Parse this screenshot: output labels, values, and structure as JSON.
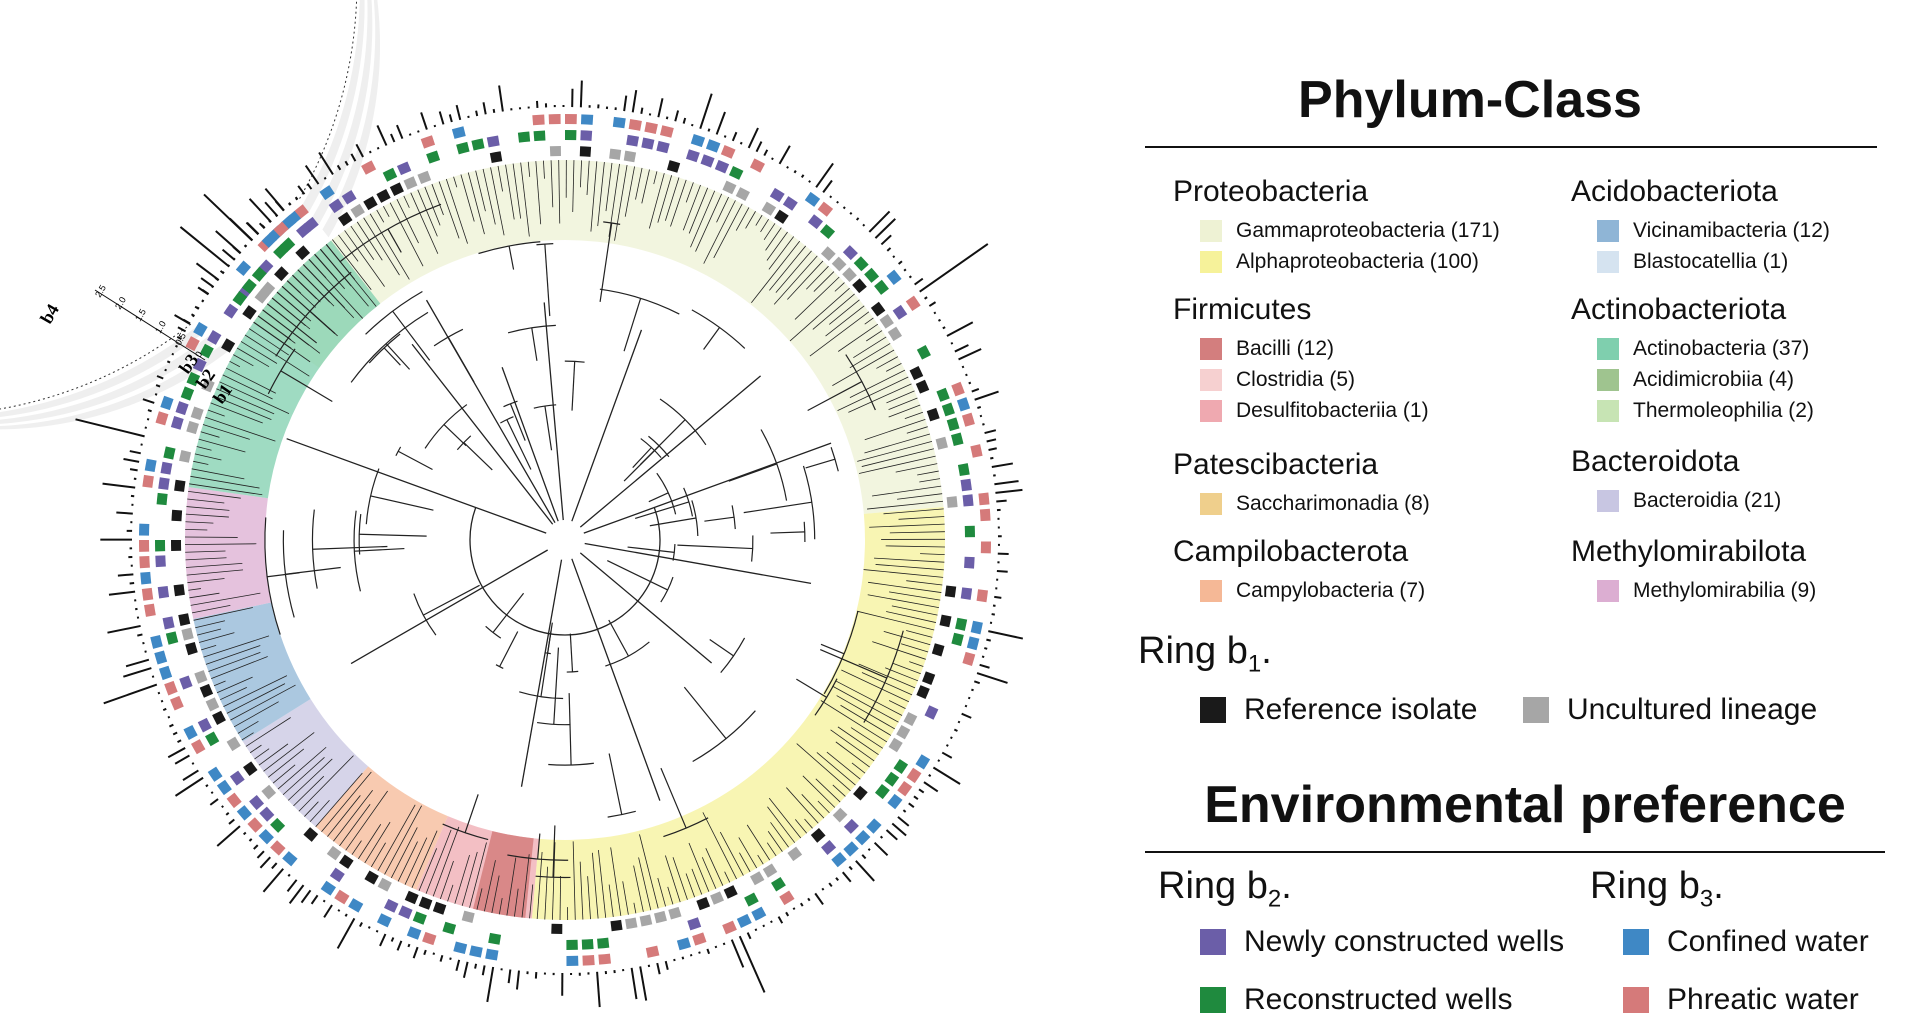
{
  "legend": {
    "phylum_class_title": "Phylum-Class",
    "environmental_title": "Environmental preference",
    "left_groups": [
      {
        "phylum": "Proteobacteria",
        "classes": [
          {
            "label": "Gammaproteobacteria (171)",
            "color": "#eef2d4"
          },
          {
            "label": "Alphaproteobacteria (100)",
            "color": "#f6f29a"
          }
        ]
      },
      {
        "phylum": "Firmicutes",
        "classes": [
          {
            "label": "Bacilli (12)",
            "color": "#d37e7e"
          },
          {
            "label": "Clostridia (5)",
            "color": "#f6d0d0"
          },
          {
            "label": "Desulfitobacteriia (1)",
            "color": "#efa9b0"
          }
        ]
      },
      {
        "phylum": "Patescibacteria",
        "classes": [
          {
            "label": "Saccharimonadia (8)",
            "color": "#efcf8c"
          }
        ]
      },
      {
        "phylum": "Campilobacterota",
        "classes": [
          {
            "label": "Campylobacteria (7)",
            "color": "#f5b896"
          }
        ]
      }
    ],
    "right_groups": [
      {
        "phylum": "Acidobacteriota",
        "classes": [
          {
            "label": "Vicinamibacteria (12)",
            "color": "#8fb5d6"
          },
          {
            "label": "Blastocatellia (1)",
            "color": "#d5e3f0"
          }
        ]
      },
      {
        "phylum": "Actinobacteriota",
        "classes": [
          {
            "label": "Actinobacteria (37)",
            "color": "#7fcfae"
          },
          {
            "label": "Acidimicrobiia (4)",
            "color": "#9fc48f"
          },
          {
            "label": "Thermoleophilia (2)",
            "color": "#c7e4b4"
          }
        ]
      },
      {
        "phylum": "Bacteroidota",
        "classes": [
          {
            "label": "Bacteroidia (21)",
            "color": "#c8c6e2"
          }
        ]
      },
      {
        "phylum": "Methylomirabilota",
        "classes": [
          {
            "label": "Methylomirabilia (9)",
            "color": "#dcaed2"
          }
        ]
      }
    ],
    "ring_b1": {
      "title": "Ring b",
      "sub": "1",
      "suffix": ".",
      "items": [
        {
          "label": "Reference isolate",
          "color": "#1a1a1a"
        },
        {
          "label": "Uncultured lineage",
          "color": "#a6a6a6"
        }
      ]
    },
    "ring_b2": {
      "title": "Ring b",
      "sub": "2",
      "suffix": ".",
      "items": [
        {
          "label": "Newly constructed wells",
          "color": "#6b5ea8"
        },
        {
          "label": "Reconstructed wells",
          "color": "#1f8a3e"
        }
      ]
    },
    "ring_b3": {
      "title": "Ring b",
      "sub": "3",
      "suffix": ".",
      "items": [
        {
          "label": "Confined water",
          "color": "#3f88c5"
        },
        {
          "label": "Phreatic water",
          "color": "#d57a7a"
        }
      ]
    }
  },
  "figure": {
    "ring_labels": [
      "b4",
      "b3",
      "b2",
      "b1"
    ],
    "scale_ticks": [
      "2.5",
      "2.0",
      "1.5",
      "1.0",
      "0.5",
      "0"
    ]
  }
}
